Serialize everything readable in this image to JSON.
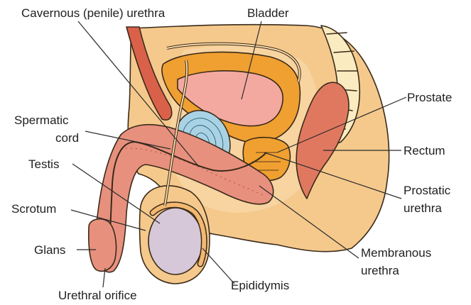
{
  "labels": {
    "cavernous_urethra": "Cavernous (penile) urethra",
    "bladder": "Bladder",
    "prostate": "Prostate",
    "spermatic_cord_line1": "Spermatic",
    "spermatic_cord_line2": "cord",
    "rectum": "Rectum",
    "testis": "Testis",
    "prostatic_urethra_line1": "Prostatic",
    "prostatic_urethra_line2": "urethra",
    "scrotum": "Scrotum",
    "glans": "Glans",
    "membranous_urethra_line1": "Membranous",
    "membranous_urethra_line2": "urethra",
    "epididymis": "Epididymis",
    "urethral_orifice": "Urethral orifice"
  },
  "colors": {
    "body_tan": "#f5c98c",
    "body_light": "#f8d9a8",
    "bladder_orange": "#f0a030",
    "bladder_pink": "#f4a9a0",
    "seminal_blue": "#a9d3e4",
    "penis_pink": "#e8907e",
    "rectum_red": "#e07860",
    "muscle_red": "#d9614a",
    "testis_lilac": "#d6c8d8",
    "epididymis_orange": "#f3b870",
    "spine_cream": "#faebc0"
  }
}
